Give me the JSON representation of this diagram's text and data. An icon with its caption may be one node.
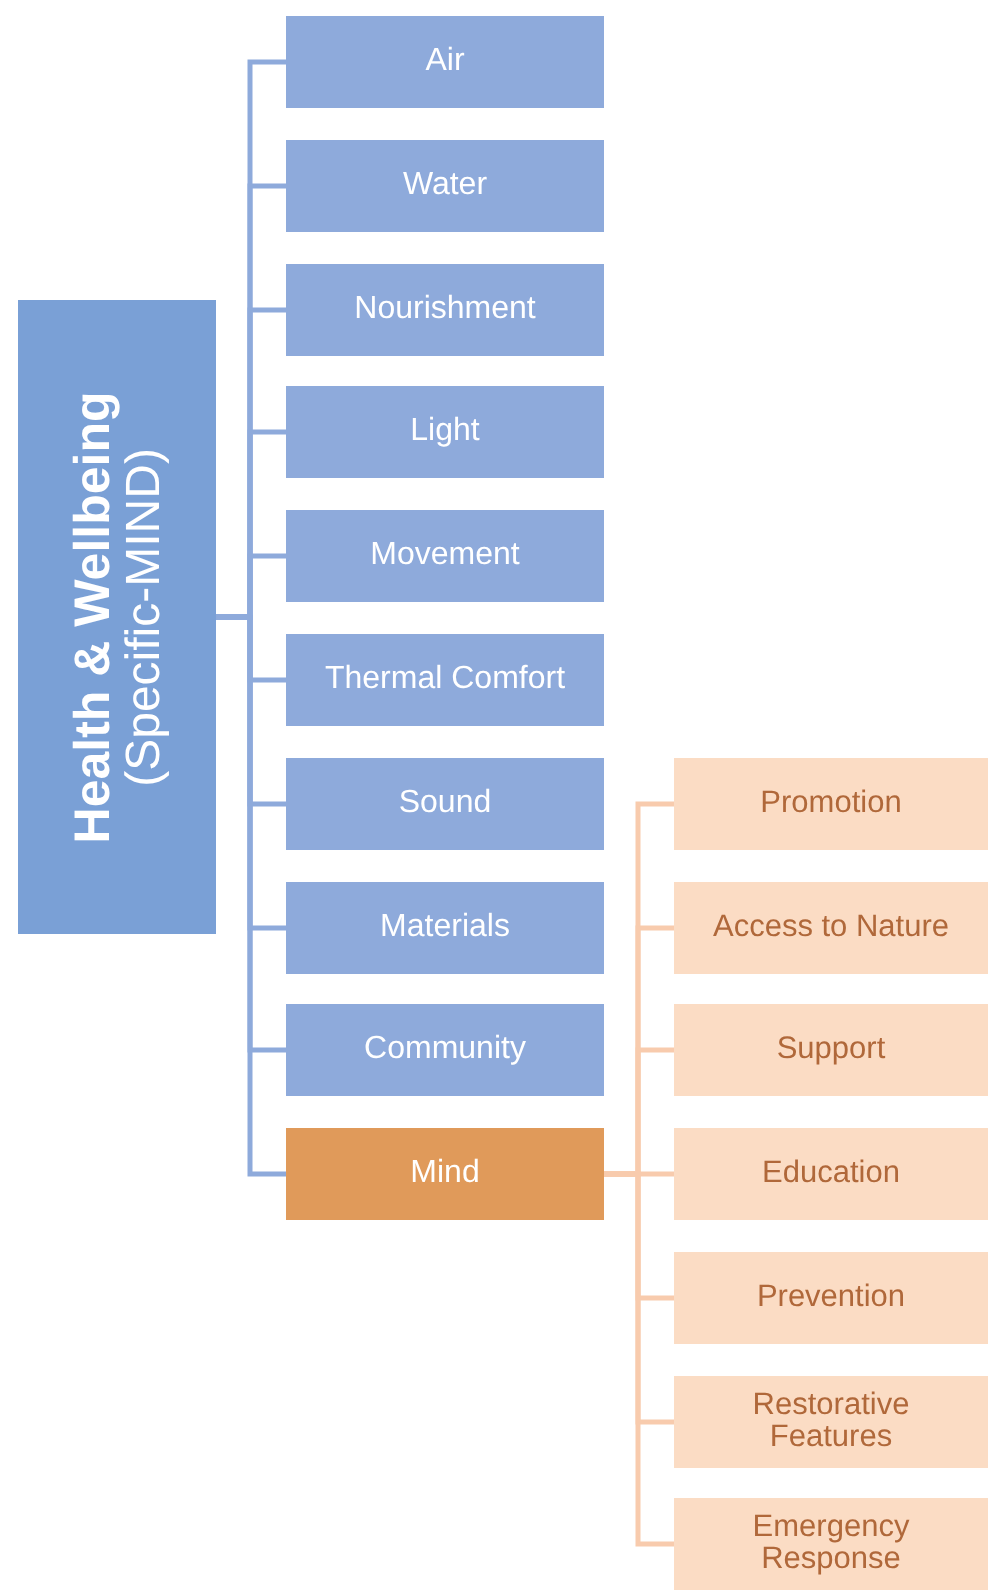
{
  "diagram": {
    "nodes": [
      {
        "text": [
          "Health & Wellbeing",
          "(Specific-MIND)"
        ]
      },
      {
        "text": [
          "Air"
        ]
      },
      {
        "text": [
          "Water"
        ]
      },
      {
        "text": [
          "Nourishment"
        ]
      },
      {
        "text": [
          "Light"
        ]
      },
      {
        "text": [
          "Movement"
        ]
      },
      {
        "text": [
          "Thermal Comfort"
        ]
      },
      {
        "text": [
          "Sound"
        ]
      },
      {
        "text": [
          "Materials"
        ]
      },
      {
        "text": [
          "Community"
        ]
      },
      {
        "text": [
          "Mind"
        ]
      },
      {
        "text": [
          "Promotion"
        ]
      },
      {
        "text": [
          "Access to Nature"
        ]
      },
      {
        "text": [
          "Support"
        ]
      },
      {
        "text": [
          "Education"
        ]
      },
      {
        "text": [
          "Prevention"
        ]
      },
      {
        "text": [
          "Restorative Features"
        ]
      },
      {
        "text": [
          "Emergency Response"
        ]
      }
    ],
    "edges": [
      {
        "from": 0,
        "to": 1,
        "arrow": "none"
      },
      {
        "from": 0,
        "to": 2,
        "arrow": "none"
      },
      {
        "from": 0,
        "to": 3,
        "arrow": "none"
      },
      {
        "from": 0,
        "to": 4,
        "arrow": "none"
      },
      {
        "from": 0,
        "to": 5,
        "arrow": "none"
      },
      {
        "from": 0,
        "to": 6,
        "arrow": "none"
      },
      {
        "from": 0,
        "to": 7,
        "arrow": "none"
      },
      {
        "from": 0,
        "to": 8,
        "arrow": "none"
      },
      {
        "from": 0,
        "to": 9,
        "arrow": "none"
      },
      {
        "from": 0,
        "to": 10,
        "arrow": "none"
      },
      {
        "from": 10,
        "to": 11,
        "arrow": "none",
        "color": "#f8cbad"
      },
      {
        "from": 10,
        "to": 12,
        "arrow": "none",
        "color": "#f8cbad"
      },
      {
        "from": 10,
        "to": 13,
        "arrow": "none",
        "color": "#f8cbad"
      },
      {
        "from": 10,
        "to": 14,
        "arrow": "none",
        "color": "#f8cbad"
      },
      {
        "from": 10,
        "to": 15,
        "arrow": "none",
        "color": "#f8cbad"
      },
      {
        "from": 10,
        "to": 16,
        "arrow": "none",
        "color": "#f8cbad"
      },
      {
        "from": 10,
        "to": 17,
        "arrow": "none",
        "color": "#f8cbad"
      }
    ]
  }
}
